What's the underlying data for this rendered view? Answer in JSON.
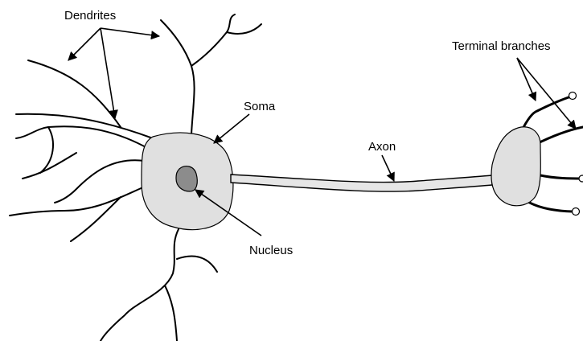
{
  "labels": {
    "dendrites": "Dendrites",
    "soma": "Soma",
    "nucleus": "Nucleus",
    "axon": "Axon",
    "terminal_branches": "Terminal branches"
  },
  "colors": {
    "soma_fill": "#e0e0e0",
    "nucleus_fill": "#8c8c8c",
    "axon_fill": "#e6e6e6",
    "terminal_fill": "#e0e0e0",
    "line": "#000000"
  }
}
